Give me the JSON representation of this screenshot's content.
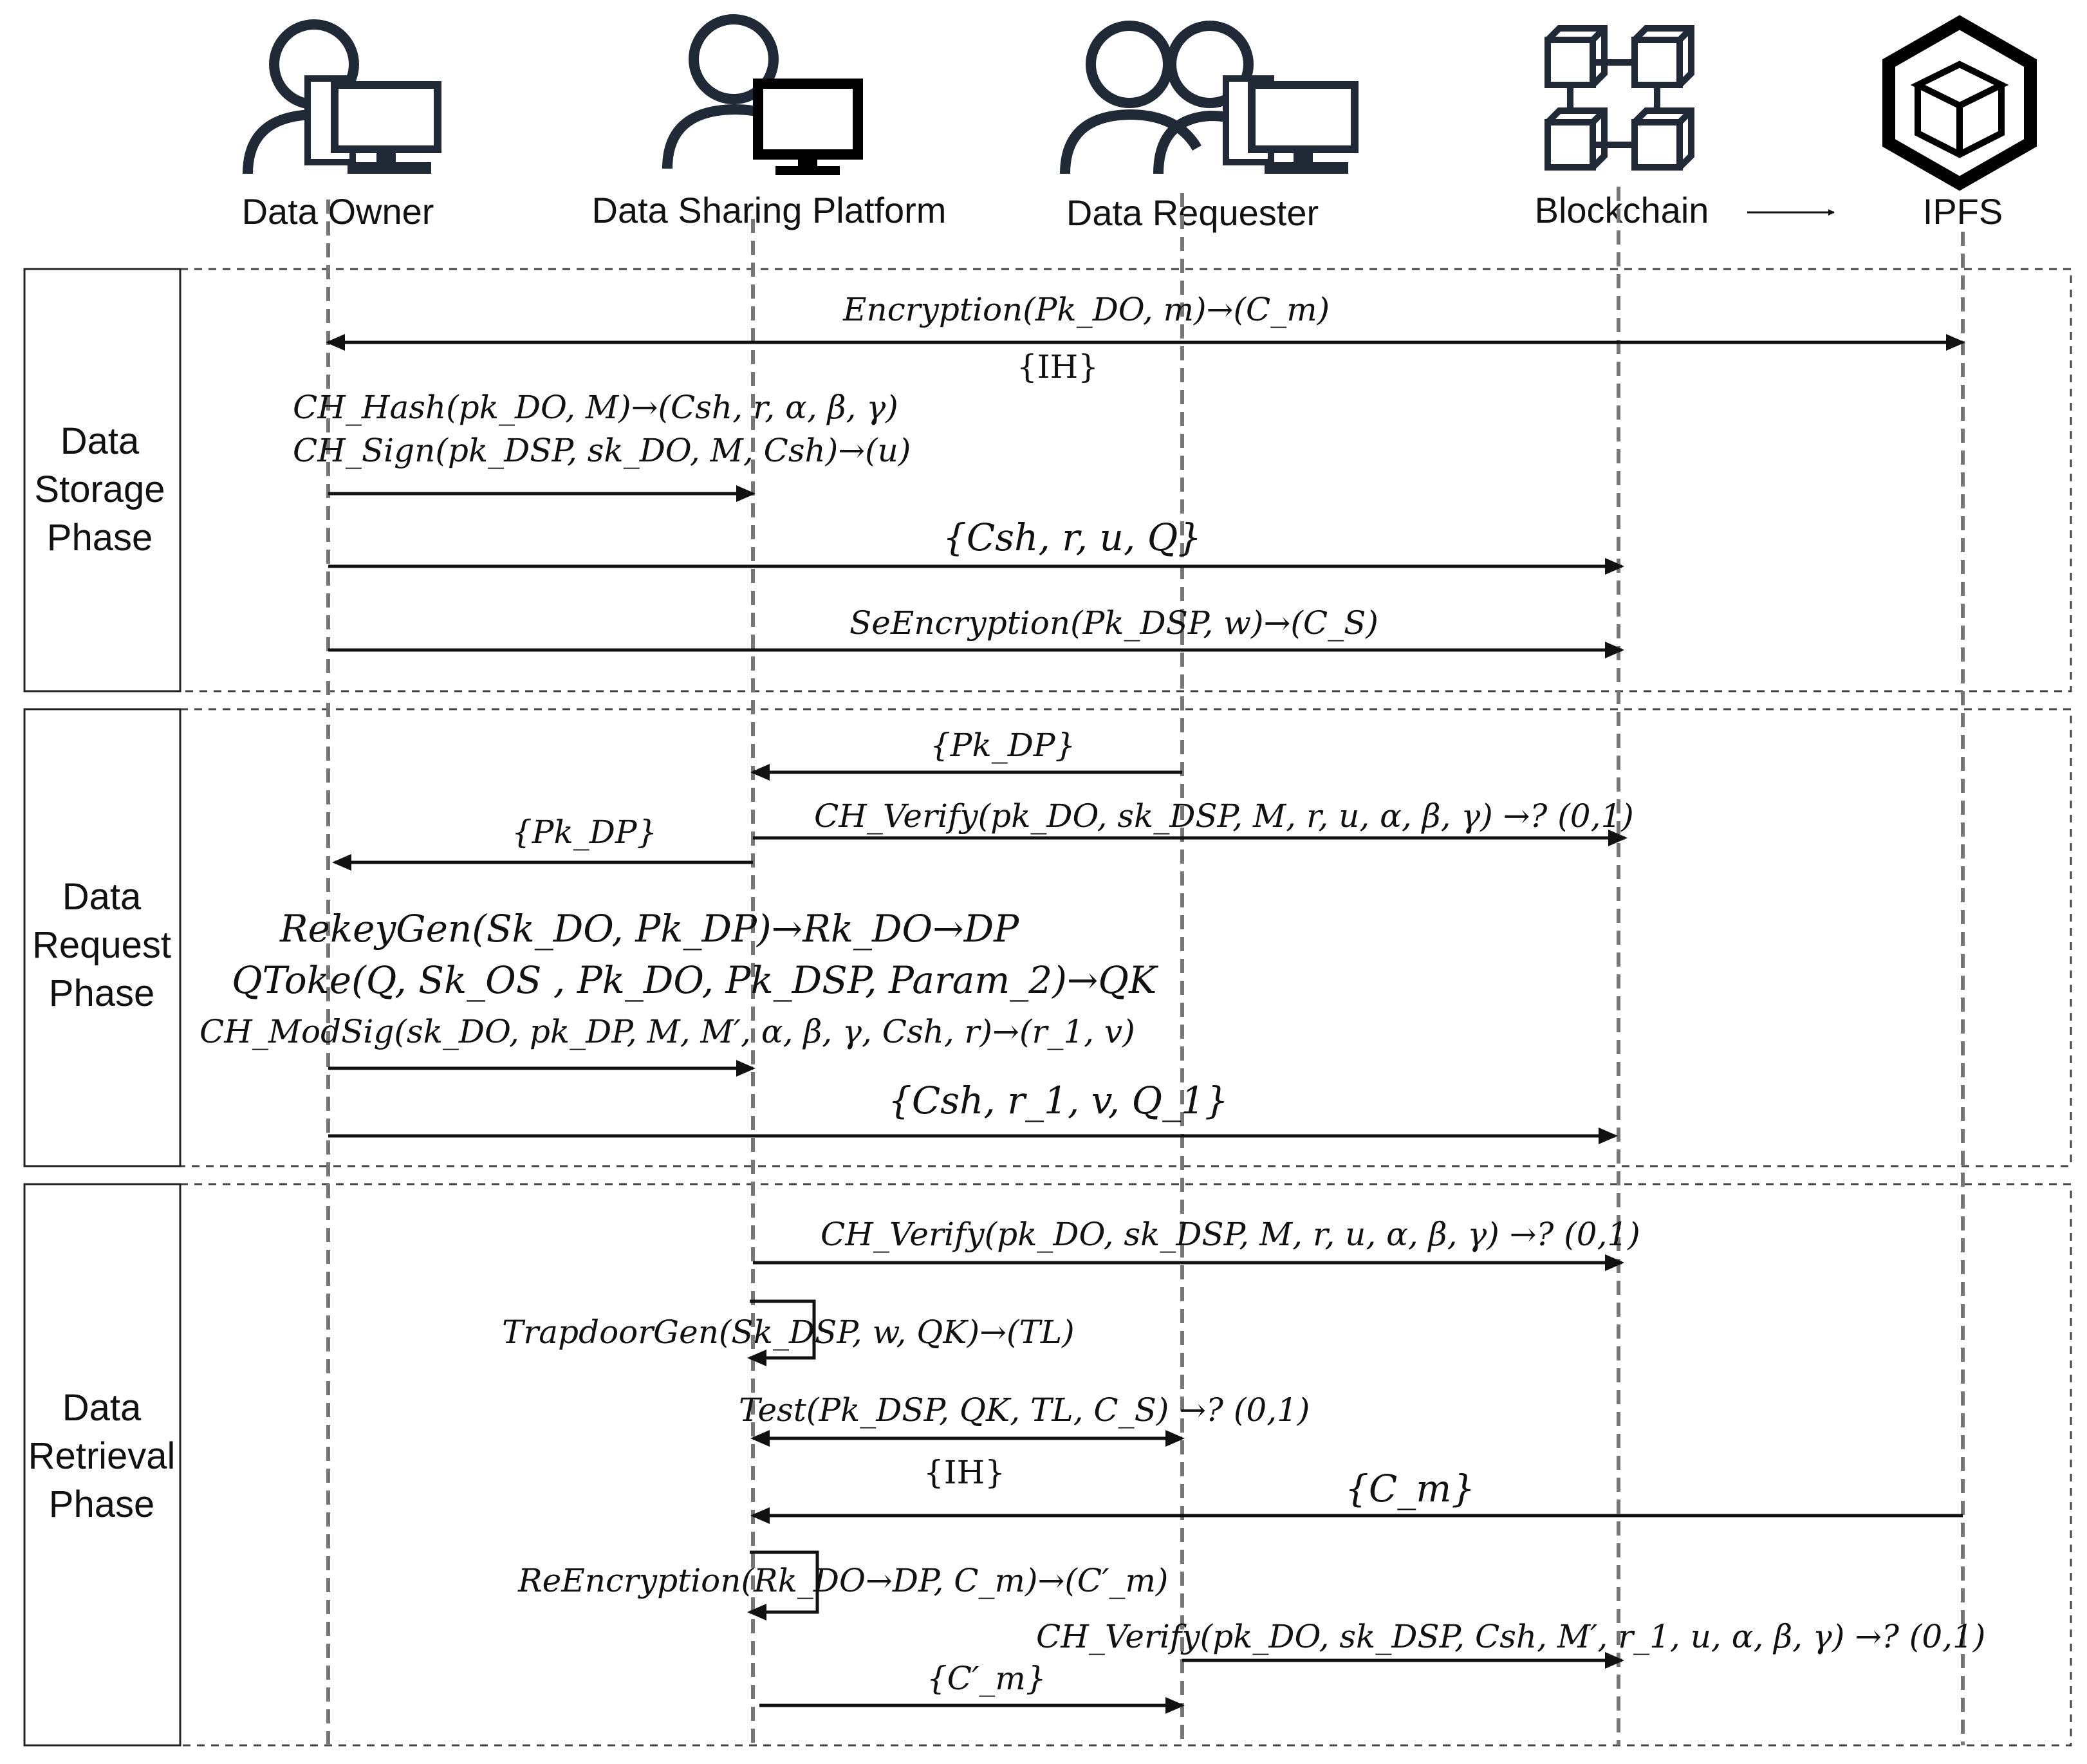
{
  "actors": {
    "data_owner": "Data Owner",
    "dsp": "Data Sharing Platform",
    "data_requester": "Data Requester",
    "blockchain": "Blockchain",
    "ipfs": "IPFS"
  },
  "phases": {
    "storage": [
      "Data",
      "Storage",
      "Phase"
    ],
    "request": [
      "Data",
      "Request",
      "Phase"
    ],
    "retrieval": [
      "Data",
      "Retrieval",
      "Phase"
    ]
  },
  "icons": [
    "user-computer-icon",
    "user-monitor-icon",
    "two-users-computer-icon",
    "blockchain-icon",
    "ipfs-cube-icon"
  ],
  "messages": {
    "storage": {
      "encryption": "Encryption(Pk_DO, m)→(C_m)",
      "ih": "{IH}",
      "ch_hash": "CH_Hash(pk_DO, M)→(Csh, r, α, β, γ)",
      "ch_sign": "CH_Sign(pk_DSP, sk_DO, M, Csh)→(u)",
      "tuple": "{Csh, r, u, Q}",
      "se_encryption": "SeEncryption(Pk_DSP, w)→(C_S)"
    },
    "request": {
      "pk_dp_to_dsp": "{Pk_DP}",
      "ch_verify": "CH_Verify(pk_DO, sk_DSP, M, r, u, α, β, γ) →? (0,1)",
      "pk_dp_to_do": "{Pk_DP}",
      "rekeygen": "RekeyGen(Sk_DO, Pk_DP)→Rk_DO→DP",
      "qtoke": "QToke(Q, Sk_OS , Pk_DO, Pk_DSP, Param_2)→QK",
      "ch_modsig": "CH_ModSig(sk_DO, pk_DP, M, M′, α, β, γ, Csh, r)→(r_1, v)",
      "tuple": "{Csh, r_1, v, Q_1}"
    },
    "retrieval": {
      "ch_verify": "CH_Verify(pk_DO, sk_DSP, M, r, u, α, β, γ) →? (0,1)",
      "trapdoor": "TrapdoorGen(Sk_DSP, w, QK)→(TL)",
      "test": "Test(Pk_DSP, QK, TL, C_S) →? (0,1)",
      "ih": "{IH}",
      "cm": "{C_m}",
      "reencryption": "ReEncryption(Rk_DO→DP, C_m)→(C′_m)",
      "ch_verify2": "CH_Verify(pk_DO, sk_DSP, Csh, M′, r_1, u, α, β, γ) →? (0,1)",
      "cm_prime": "{C′_m}"
    }
  }
}
